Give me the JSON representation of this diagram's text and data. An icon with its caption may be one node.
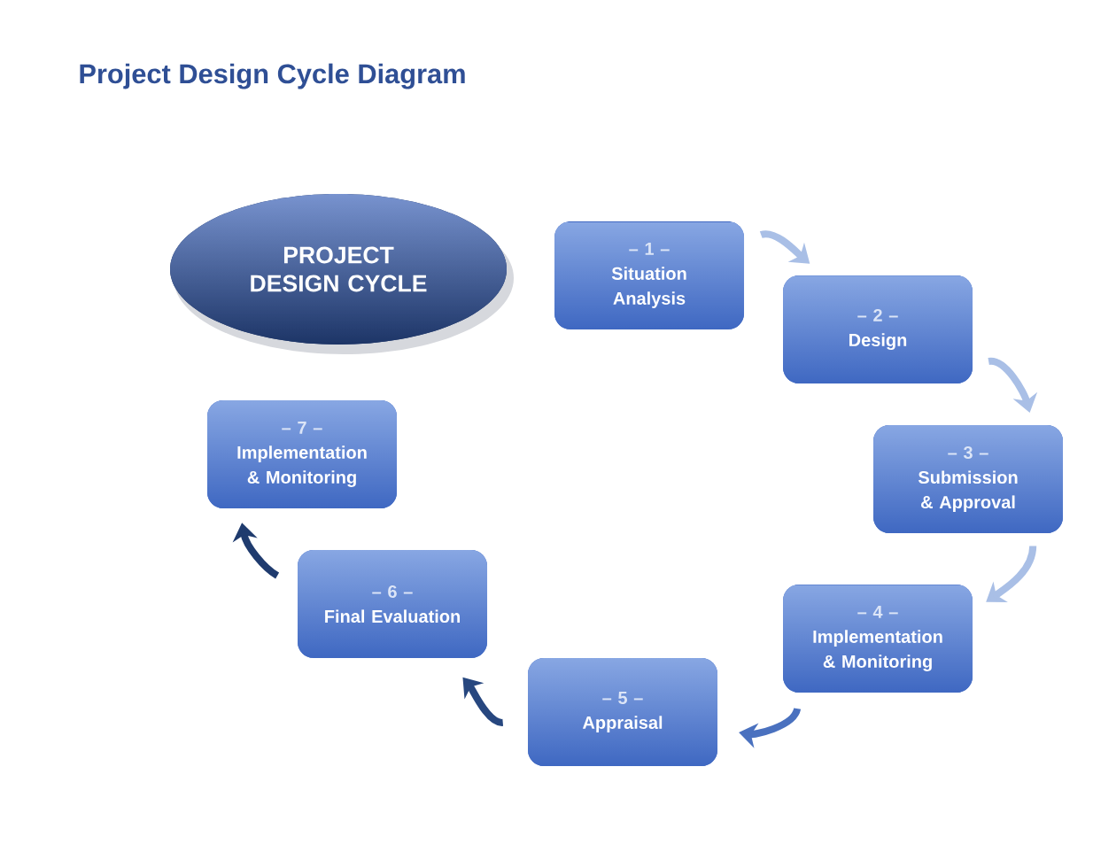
{
  "diagram": {
    "title": "Project Design Cycle Diagram",
    "nodes": [
      {
        "text": [
          "PROJECT DESIGN CYCLE"
        ]
      },
      {
        "text": [
          "– 1 –",
          "Situation Analysis"
        ]
      },
      {
        "text": [
          "– 2 –",
          "Design"
        ]
      },
      {
        "text": [
          "– 3 –",
          "Submission & Approval"
        ]
      },
      {
        "text": [
          "– 4 –",
          "Implementation & Monitoring"
        ]
      },
      {
        "text": [
          "– 5 –",
          "Appraisal"
        ]
      },
      {
        "text": [
          "– 6 –",
          "Final Evaluation"
        ]
      },
      {
        "text": [
          "– 7 –",
          "Implementation & Monitoring"
        ]
      }
    ],
    "edges": [
      {
        "from": 1,
        "to": 2,
        "arrow": "to",
        "color": "#a9bfe6"
      },
      {
        "from": 2,
        "to": 3,
        "arrow": "to",
        "color": "#a9bfe6"
      },
      {
        "from": 3,
        "to": 4,
        "arrow": "to",
        "color": "#a9bfe6"
      },
      {
        "from": 4,
        "to": 5,
        "arrow": "to",
        "color": "#4a71bf"
      },
      {
        "from": 5,
        "to": 6,
        "arrow": "to",
        "color": "#27477f"
      },
      {
        "from": 6,
        "to": 7,
        "arrow": "to",
        "color": "#1f3b6e"
      }
    ]
  }
}
